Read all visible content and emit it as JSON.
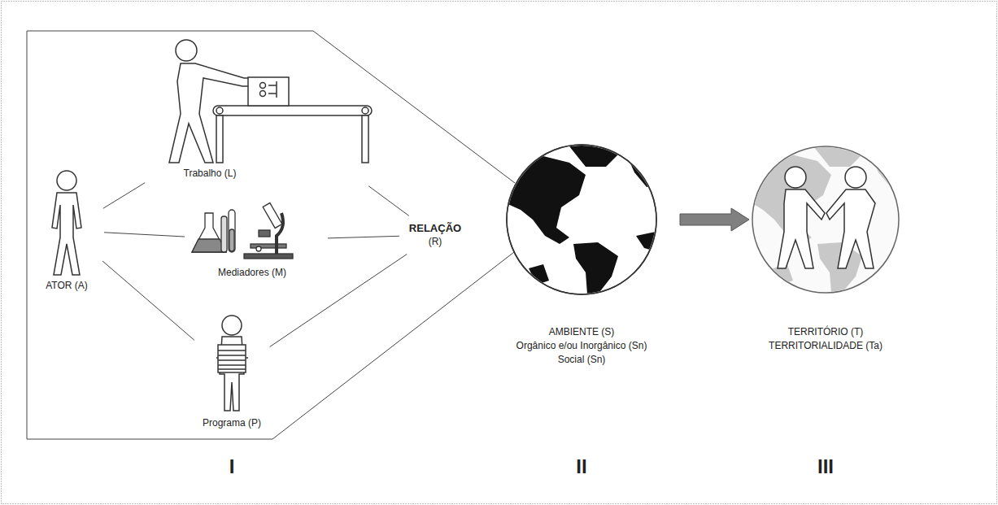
{
  "diagram": {
    "nodes": [
      {
        "text": [
          "ATOR (A)"
        ]
      },
      {
        "text": [
          "Trabalho (L)"
        ]
      },
      {
        "text": [
          "Mediadores (M)"
        ]
      },
      {
        "text": [
          "Programa (P)"
        ]
      },
      {
        "text": [
          "RELAÇÃO",
          "(R)"
        ]
      },
      {
        "text": [
          "AMBIENTE (S)",
          "Orgânico e/ou Inorgânico (Sn)",
          "Social (Sn)"
        ]
      },
      {
        "text": [
          "TERRITÓRIO (T)",
          "TERRITORIALIDADE (Ta)"
        ]
      }
    ],
    "edges": [
      {
        "from": 0,
        "to": 1,
        "arrow": "none"
      },
      {
        "from": 0,
        "to": 2,
        "arrow": "none"
      },
      {
        "from": 0,
        "to": 3,
        "arrow": "none"
      },
      {
        "from": 1,
        "to": 4,
        "arrow": "none"
      },
      {
        "from": 2,
        "to": 4,
        "arrow": "none"
      },
      {
        "from": 3,
        "to": 4,
        "arrow": "none"
      },
      {
        "from": 5,
        "to": 6,
        "arrow": "to"
      }
    ],
    "labels": [
      "I",
      "II",
      "III"
    ]
  }
}
